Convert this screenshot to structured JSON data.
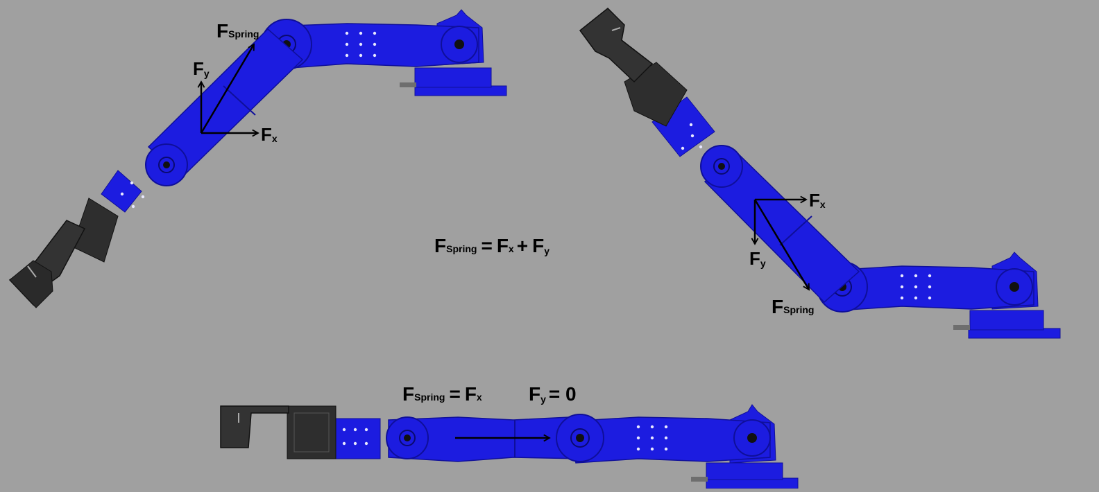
{
  "colors": {
    "background": "#a0a0a0",
    "arm_blue": "#1c1ce0",
    "arm_blue_dark": "#0f0f9a",
    "arm_blue_light": "#3a3af2",
    "gripper": "#2e2e2e",
    "arrow": "#000000"
  },
  "labels": {
    "force_letter": "F",
    "spring": "Spring",
    "x": "x",
    "y": "y"
  },
  "equations": {
    "main": {
      "lhs_sub": "Spring",
      "eq": "=",
      "term1_sub": "x",
      "plus": "+",
      "term2_sub": "y"
    },
    "bottom_spring": {
      "lhs_sub": "Spring",
      "eq": "=",
      "rhs_sub": "x"
    },
    "bottom_fy": {
      "sub": "y",
      "rhs": "= 0"
    }
  }
}
